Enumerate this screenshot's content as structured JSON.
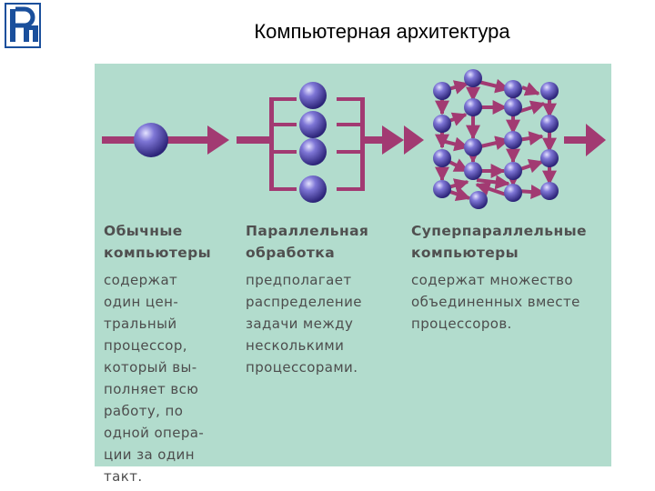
{
  "slide": {
    "title": "Компьютерная архитектура"
  },
  "logo": {
    "icon": "hse-logo-icon",
    "color": "#1a4f9c"
  },
  "colors": {
    "panel": "#b2dccd",
    "arrow": "#a23a72",
    "processor": "#4b43a6",
    "text": "#4d4d4d"
  },
  "columns": [
    {
      "heading": "Обычные\nкомпьютеры",
      "description": "содержат\nодин цен-\nтральный\nпроцессор,\nкоторый вы-\nполняет всю\nработу, по\nодной опера-\nции за один\nтакт."
    },
    {
      "heading": "Параллельная\nобработка",
      "description": "предполагает\nраспределение\nзадачи между\nнесколькими\nпроцессорами."
    },
    {
      "heading": "Суперпараллельные\nкомпьютеры",
      "description": "содержат множество\nобъединенных вместе\nпроцессоров."
    }
  ]
}
